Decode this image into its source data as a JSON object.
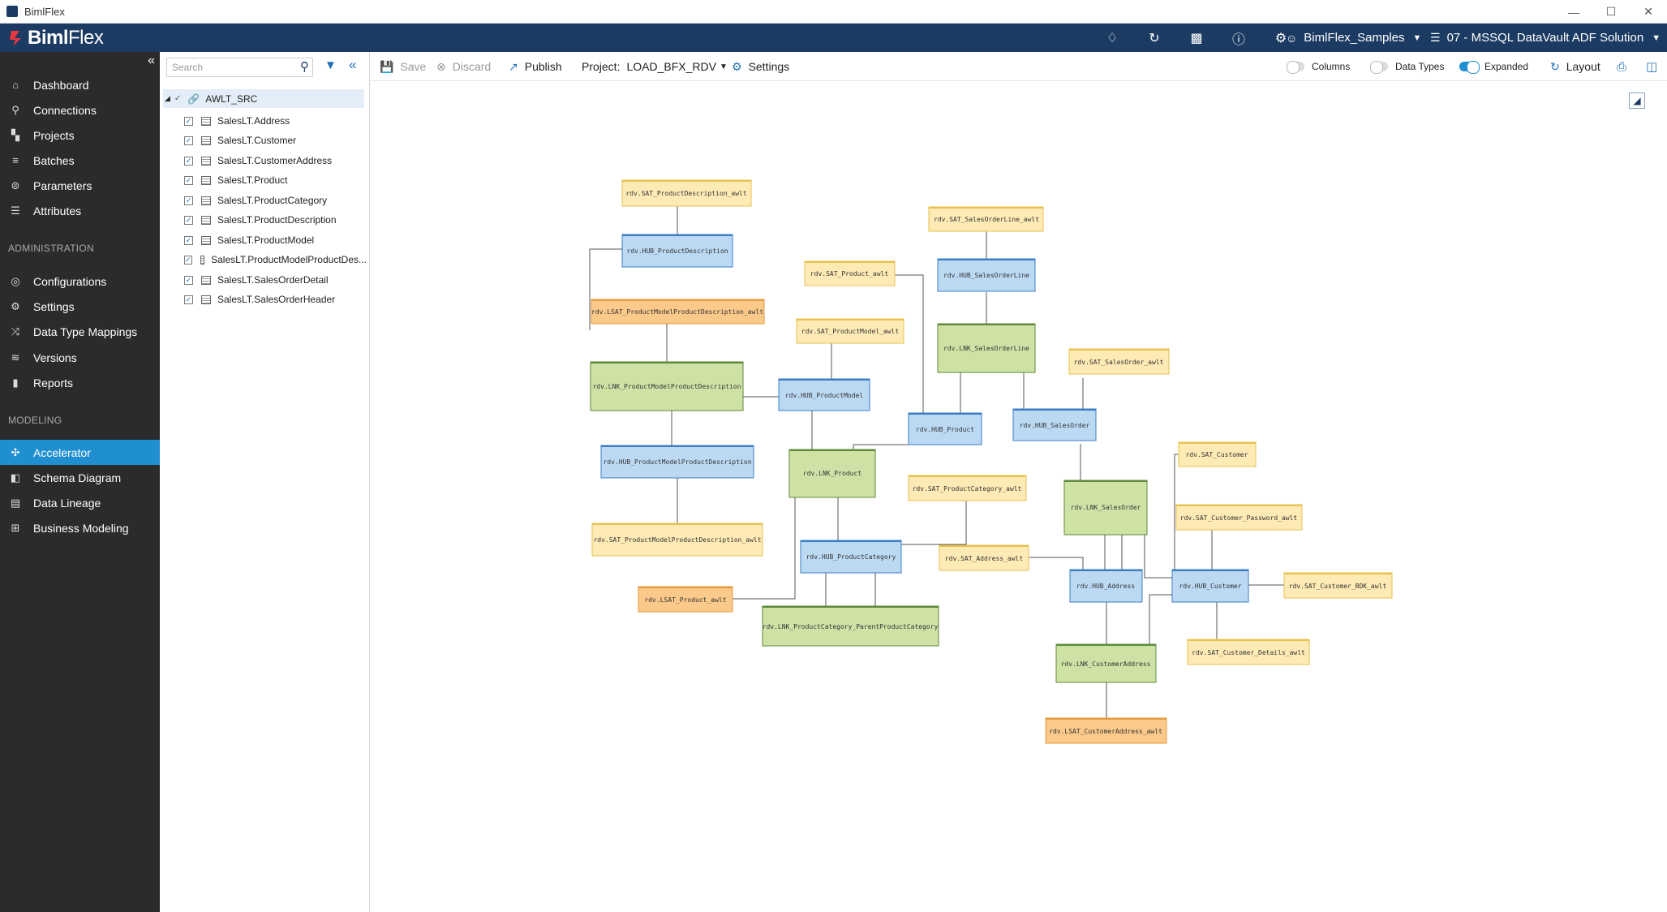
{
  "window": {
    "title": "BimlFlex",
    "minimize": "—",
    "maximize": "☐",
    "close": "✕"
  },
  "header": {
    "logo_bold": "Biml",
    "logo_light": "Flex",
    "icons": [
      "bell-icon",
      "refresh-icon",
      "analytics-icon",
      "help-icon",
      "gear-icon"
    ],
    "customer": "BimlFlex_Samples",
    "version": "07 - MSSQL DataVault ADF Solution"
  },
  "sidebar": {
    "items": [
      {
        "label": "Dashboard",
        "icon": "⌂"
      },
      {
        "label": "Connections",
        "icon": "⚲"
      },
      {
        "label": "Projects",
        "icon": "▚"
      },
      {
        "label": "Batches",
        "icon": "≡"
      },
      {
        "label": "Parameters",
        "icon": "⊜"
      },
      {
        "label": "Attributes",
        "icon": "☰"
      }
    ],
    "admin_header": "ADMINISTRATION",
    "admin_items": [
      {
        "label": "Configurations",
        "icon": "◎"
      },
      {
        "label": "Settings",
        "icon": "⚙"
      },
      {
        "label": "Data Type Mappings",
        "icon": "⤨"
      },
      {
        "label": "Versions",
        "icon": "≋"
      },
      {
        "label": "Reports",
        "icon": "▮"
      }
    ],
    "modeling_header": "MODELING",
    "modeling_items": [
      {
        "label": "Accelerator",
        "icon": "✣"
      },
      {
        "label": "Schema Diagram",
        "icon": "◧"
      },
      {
        "label": "Data Lineage",
        "icon": "▤"
      },
      {
        "label": "Business Modeling",
        "icon": "⊞"
      }
    ]
  },
  "tree": {
    "search_placeholder": "Search",
    "root": "AWLT_SRC",
    "items": [
      "SalesLT.Address",
      "SalesLT.Customer",
      "SalesLT.CustomerAddress",
      "SalesLT.Product",
      "SalesLT.ProductCategory",
      "SalesLT.ProductDescription",
      "SalesLT.ProductModel",
      "SalesLT.ProductModelProductDes...",
      "SalesLT.SalesOrderDetail",
      "SalesLT.SalesOrderHeader"
    ]
  },
  "toolbar": {
    "save": "Save",
    "discard": "Discard",
    "publish": "Publish",
    "project_label": "Project:",
    "project_value": "LOAD_BFX_RDV",
    "settings": "Settings",
    "columns": "Columns",
    "data_types": "Data Types",
    "expanded": "Expanded",
    "layout": "Layout"
  },
  "toggles": {
    "columns": false,
    "data_types": false,
    "expanded": true
  },
  "colors": {
    "header": "#1c3b63",
    "sidebar": "#2b2b2b",
    "accent": "#1f8fd1",
    "hub_fill": "#bcd9f4",
    "hub_border": "#3b7dc4",
    "link_fill": "#cfe2a6",
    "link_border": "#5e8a3a",
    "sat_fill": "#fdeab5",
    "sat_border": "#e8c14f",
    "lsat_fill": "#fbc98a",
    "lsat_border": "#e69a3c"
  },
  "diagram": {
    "nodes": {
      "sat_proddesc": "rdv.SAT_ProductDescription_awlt",
      "hub_proddesc": "rdv.HUB_ProductDescription",
      "lsat_pmpd": "rdv.LSAT_ProductModelProductDescription_awlt",
      "lnk_pmpd": "rdv.LNK_ProductModelProductDescription",
      "hub_pmpd": "rdv.HUB_ProductModelProductDescription",
      "sat_pmpd": "rdv.SAT_ProductModelProductDescription_awlt",
      "sat_product": "rdv.SAT_Product_awlt",
      "sat_prodmodel": "rdv.SAT_ProductModel_awlt",
      "hub_prodmodel": "rdv.HUB_ProductModel",
      "lnk_product": "rdv.LNK_Product",
      "hub_product": "rdv.HUB_Product",
      "sat_sol": "rdv.SAT_SalesOrderLine_awlt",
      "hub_sol": "rdv.HUB_SalesOrderLine",
      "lnk_sol": "rdv.LNK_SalesOrderLine",
      "sat_so": "rdv.SAT_SalesOrder_awlt",
      "hub_so": "rdv.HUB_SalesOrder",
      "sat_prodcat": "rdv.SAT_ProductCategory_awlt",
      "hub_prodcat": "rdv.HUB_ProductCategory",
      "lnk_prodcat": "rdv.LNK_ProductCategory_ParentProductCategory",
      "lsat_product": "rdv.LSAT_Product_awlt",
      "sat_address": "rdv.SAT_Address_awlt",
      "lnk_so": "rdv.LNK_SalesOrder",
      "hub_address": "rdv.HUB_Address",
      "lnk_custaddr": "rdv.LNK_CustomerAddress",
      "lsat_custaddr": "rdv.LSAT_CustomerAddress_awlt",
      "sat_customer": "rdv.SAT_Customer",
      "sat_cust_pwd": "rdv.SAT_Customer_Password_awlt",
      "hub_customer": "rdv.HUB_Customer",
      "sat_cust_bdk": "rdv.SAT_Customer_BDK_awlt",
      "sat_cust_det": "rdv.SAT_Customer_Details_awlt"
    }
  }
}
